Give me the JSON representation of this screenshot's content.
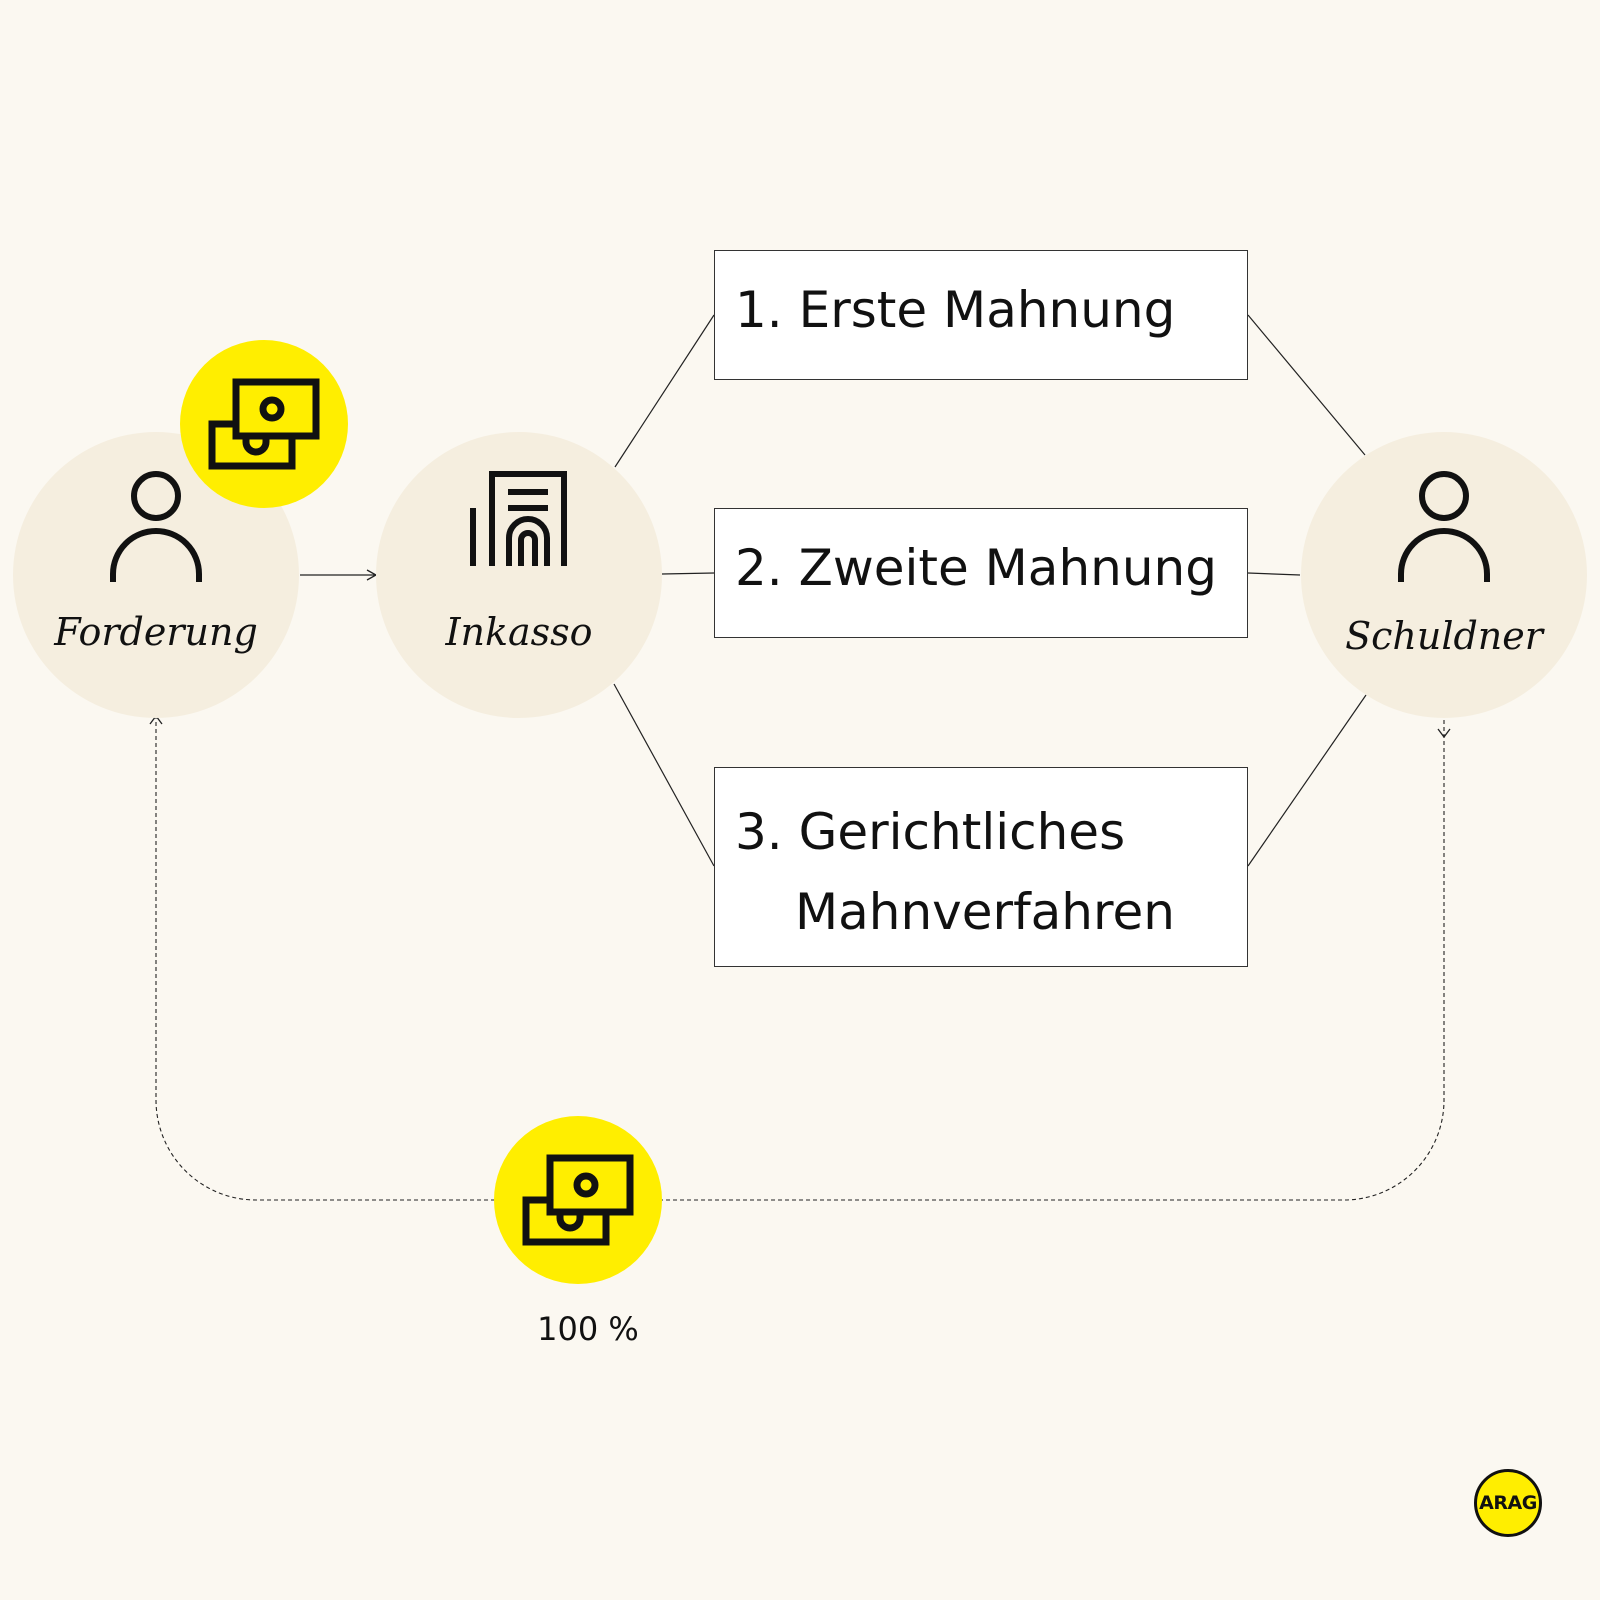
{
  "nodes": {
    "forderung": {
      "label": "Forderung",
      "icon": "person-icon"
    },
    "inkasso": {
      "label": "Inkasso",
      "icon": "building-icon"
    },
    "schuldner": {
      "label": "Schuldner",
      "icon": "person-icon"
    }
  },
  "steps": [
    {
      "lines": [
        "1. Erste Mahnung"
      ]
    },
    {
      "lines": [
        "2. Zweite Mahnung"
      ]
    },
    {
      "lines": [
        "3. Gerichtliches",
        "Mahnverfahren"
      ]
    }
  ],
  "payment": {
    "percent": "100 %",
    "icon": "money-icon"
  },
  "logo": {
    "text": "ARAG"
  },
  "colors": {
    "background": "#fbf8f1",
    "node_fill": "#f5eedf",
    "accent_yellow": "#ffee00",
    "line": "#222222"
  }
}
